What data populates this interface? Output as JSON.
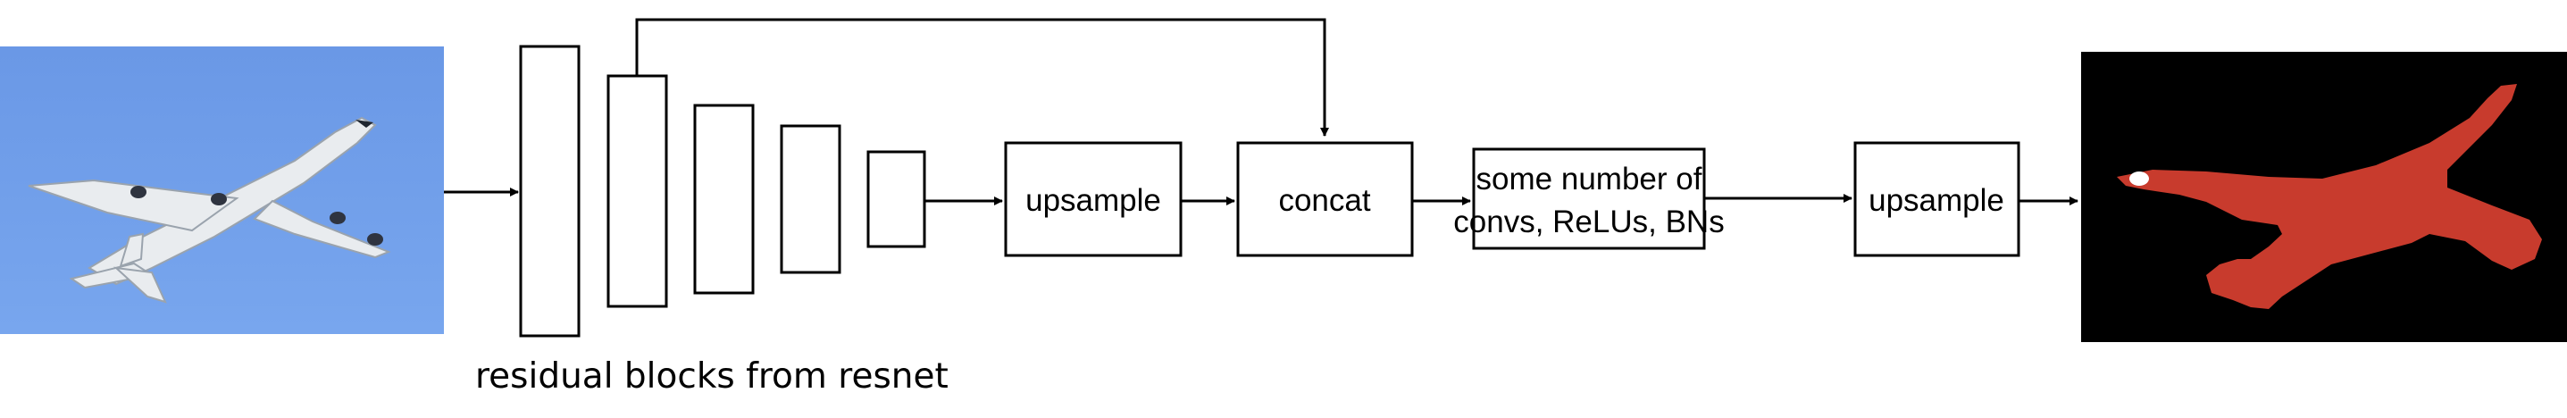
{
  "diagram": {
    "residual_caption": "residual blocks from resnet",
    "nodes": {
      "upsample_1": "upsample",
      "concat": "concat",
      "convs_line1": "some number of",
      "convs_line2": "convs, ReLUs, BNs",
      "upsample_2": "upsample"
    },
    "input_image": "airplane-photo",
    "output_image": "segmentation-mask",
    "colors": {
      "sky_top": "#6a98e6",
      "sky_bottom": "#78a6ee",
      "mask_background": "#000000",
      "mask_foreground": "#c83b2d",
      "stroke": "#000000"
    }
  }
}
